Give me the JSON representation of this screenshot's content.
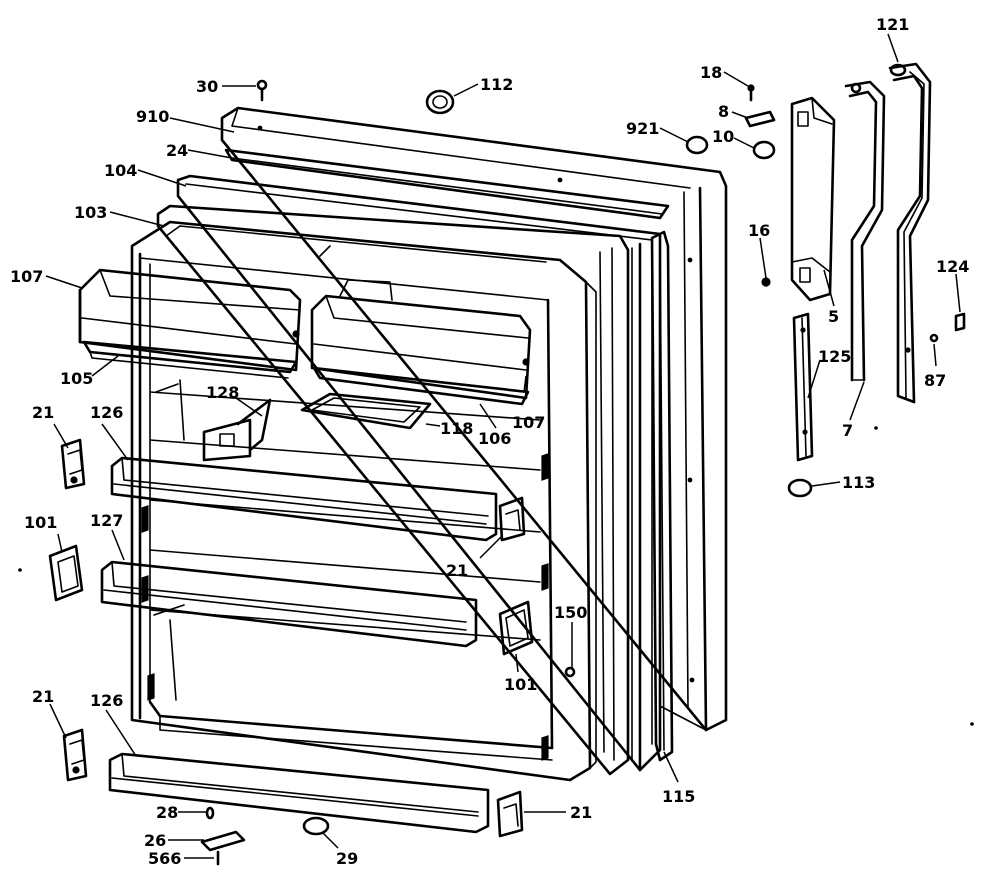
{
  "diagram": {
    "background": "#ffffff",
    "ink": "#000000",
    "callouts": [
      {
        "id": "c30",
        "label": "30"
      },
      {
        "id": "c112",
        "label": "112"
      },
      {
        "id": "c18",
        "label": "18"
      },
      {
        "id": "c121",
        "label": "121"
      },
      {
        "id": "c910",
        "label": "910"
      },
      {
        "id": "c8",
        "label": "8"
      },
      {
        "id": "c921",
        "label": "921"
      },
      {
        "id": "c10",
        "label": "10"
      },
      {
        "id": "c24",
        "label": "24"
      },
      {
        "id": "c104",
        "label": "104"
      },
      {
        "id": "c103",
        "label": "103"
      },
      {
        "id": "c16",
        "label": "16"
      },
      {
        "id": "c124",
        "label": "124"
      },
      {
        "id": "c107a",
        "label": "107"
      },
      {
        "id": "c5",
        "label": "5"
      },
      {
        "id": "c125",
        "label": "125"
      },
      {
        "id": "c87",
        "label": "87"
      },
      {
        "id": "c105",
        "label": "105"
      },
      {
        "id": "c128",
        "label": "128"
      },
      {
        "id": "c118",
        "label": "118"
      },
      {
        "id": "c106",
        "label": "106"
      },
      {
        "id": "c107b",
        "label": "107"
      },
      {
        "id": "c7",
        "label": "7"
      },
      {
        "id": "c21a",
        "label": "21"
      },
      {
        "id": "c126a",
        "label": "126"
      },
      {
        "id": "c113",
        "label": "113"
      },
      {
        "id": "c101a",
        "label": "101"
      },
      {
        "id": "c127",
        "label": "127"
      },
      {
        "id": "c21b",
        "label": "21"
      },
      {
        "id": "c150",
        "label": "150"
      },
      {
        "id": "c101b",
        "label": "101"
      },
      {
        "id": "c21c",
        "label": "21"
      },
      {
        "id": "c126b",
        "label": "126"
      },
      {
        "id": "c115",
        "label": "115"
      },
      {
        "id": "c28",
        "label": "28"
      },
      {
        "id": "c21d",
        "label": "21"
      },
      {
        "id": "c26",
        "label": "26"
      },
      {
        "id": "c566",
        "label": "566"
      },
      {
        "id": "c29",
        "label": "29"
      }
    ]
  }
}
